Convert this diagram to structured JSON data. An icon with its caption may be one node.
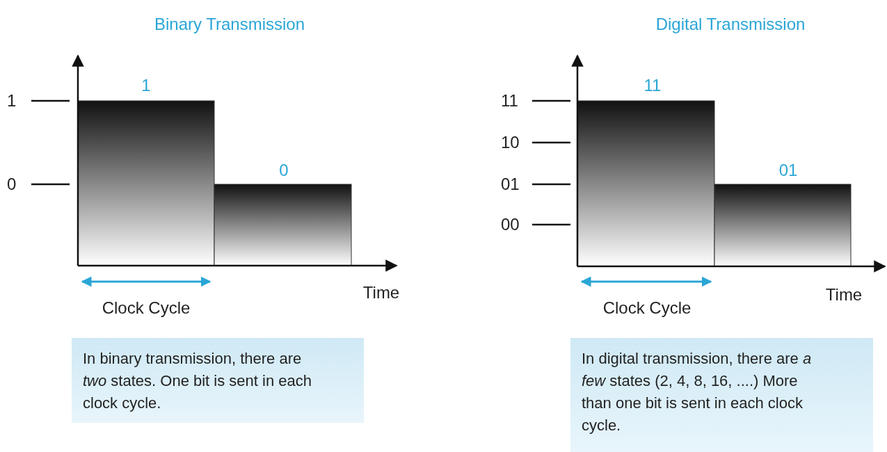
{
  "diagram": {
    "nodes": [
      {
        "text": [
          "In binary transmission, there are *two* states. One bit is sent in each clock cycle."
        ]
      },
      {
        "text": [
          "In digital transmission, there are *a few* states (2, 4, 8, 16, ....) More than one bit is sent in each clock cycle."
        ]
      }
    ],
    "labels": [
      "Binary Transmission",
      "1",
      "1",
      "0",
      "0",
      "Time",
      "Clock Cycle",
      "Digital Transmission",
      "11",
      "11",
      "10",
      "01",
      "01",
      "00",
      "Time",
      "Clock Cycle"
    ]
  }
}
